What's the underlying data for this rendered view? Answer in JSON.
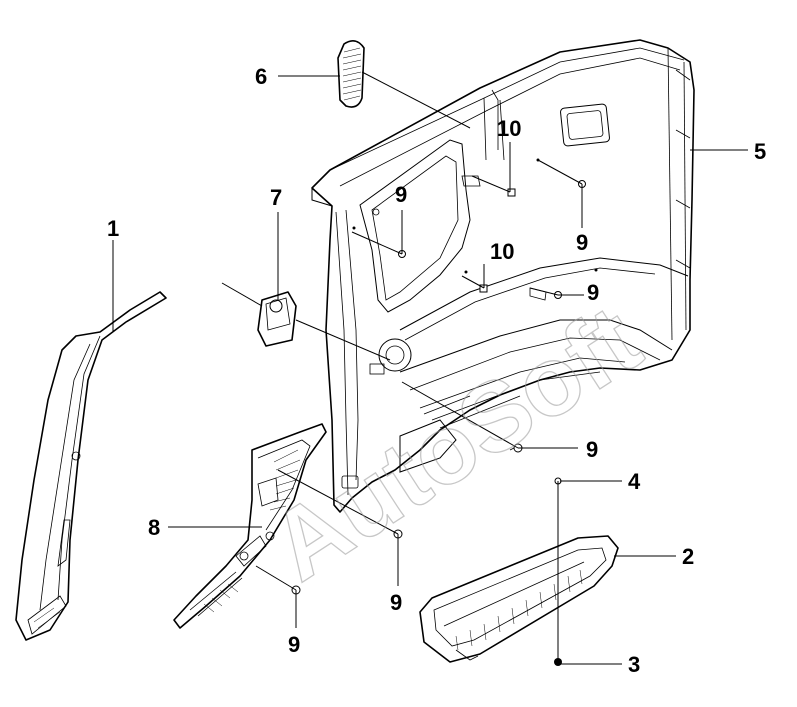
{
  "watermark": "AutoSoft",
  "callouts": {
    "c1": "1",
    "c2": "2",
    "c3": "3",
    "c4": "4",
    "c5": "5",
    "c6": "6",
    "c7": "7",
    "c8": "8",
    "c9a": "9",
    "c9b": "9",
    "c9c": "9",
    "c9d": "9",
    "c9e": "9",
    "c9f": "9",
    "c10a": "10",
    "c10b": "10"
  }
}
